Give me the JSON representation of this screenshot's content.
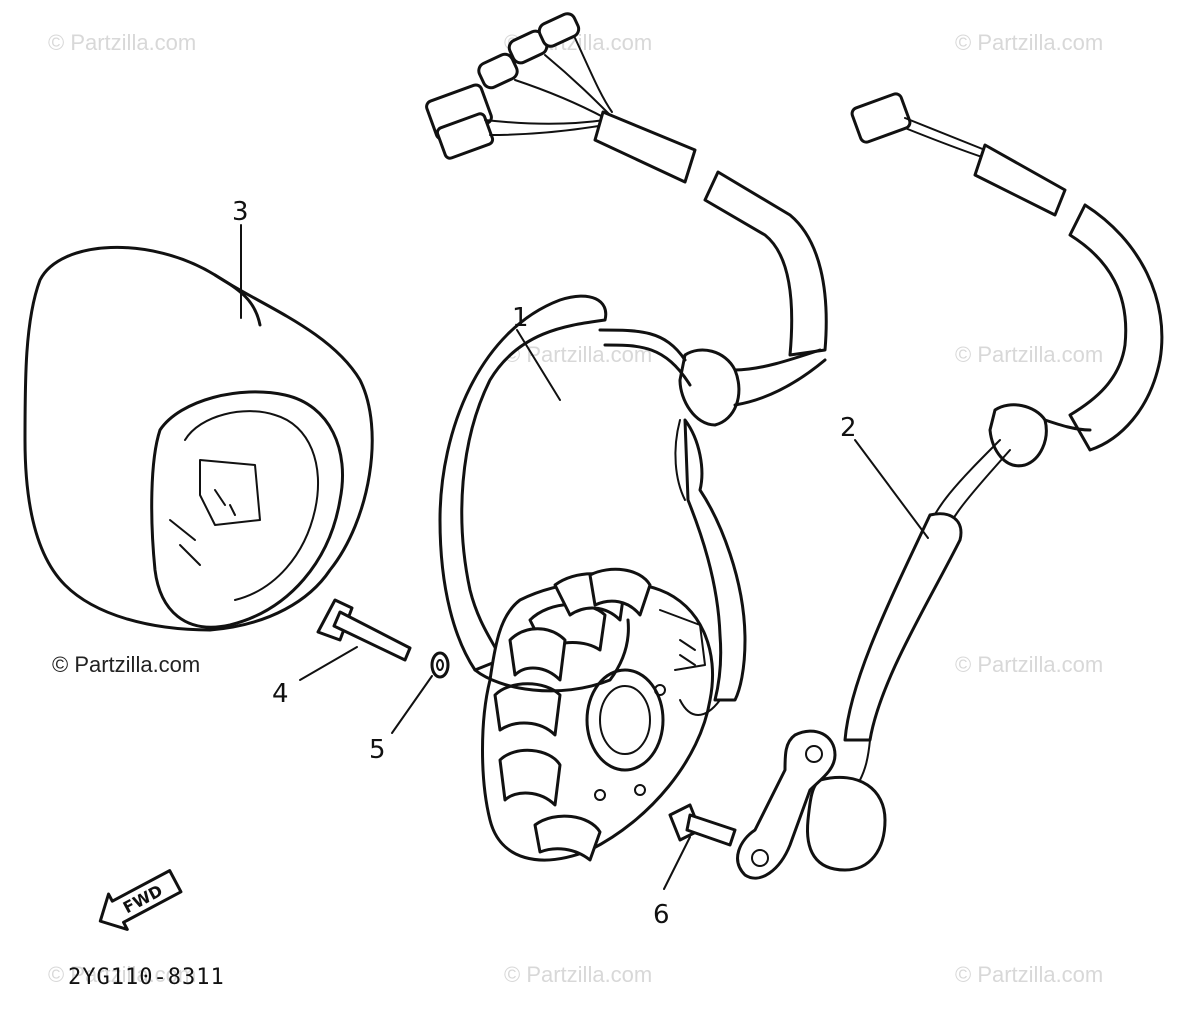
{
  "diagram": {
    "part_code": "2YG110-8311",
    "fwd_label": "FWD",
    "callouts": [
      {
        "id": "1",
        "label": "1"
      },
      {
        "id": "2",
        "label": "2"
      },
      {
        "id": "3",
        "label": "3"
      },
      {
        "id": "4",
        "label": "4"
      },
      {
        "id": "5",
        "label": "5"
      },
      {
        "id": "6a",
        "label": "6"
      }
    ]
  },
  "watermarks": {
    "text": "© Partzilla.com",
    "prominent": "© Partzilla.com"
  }
}
